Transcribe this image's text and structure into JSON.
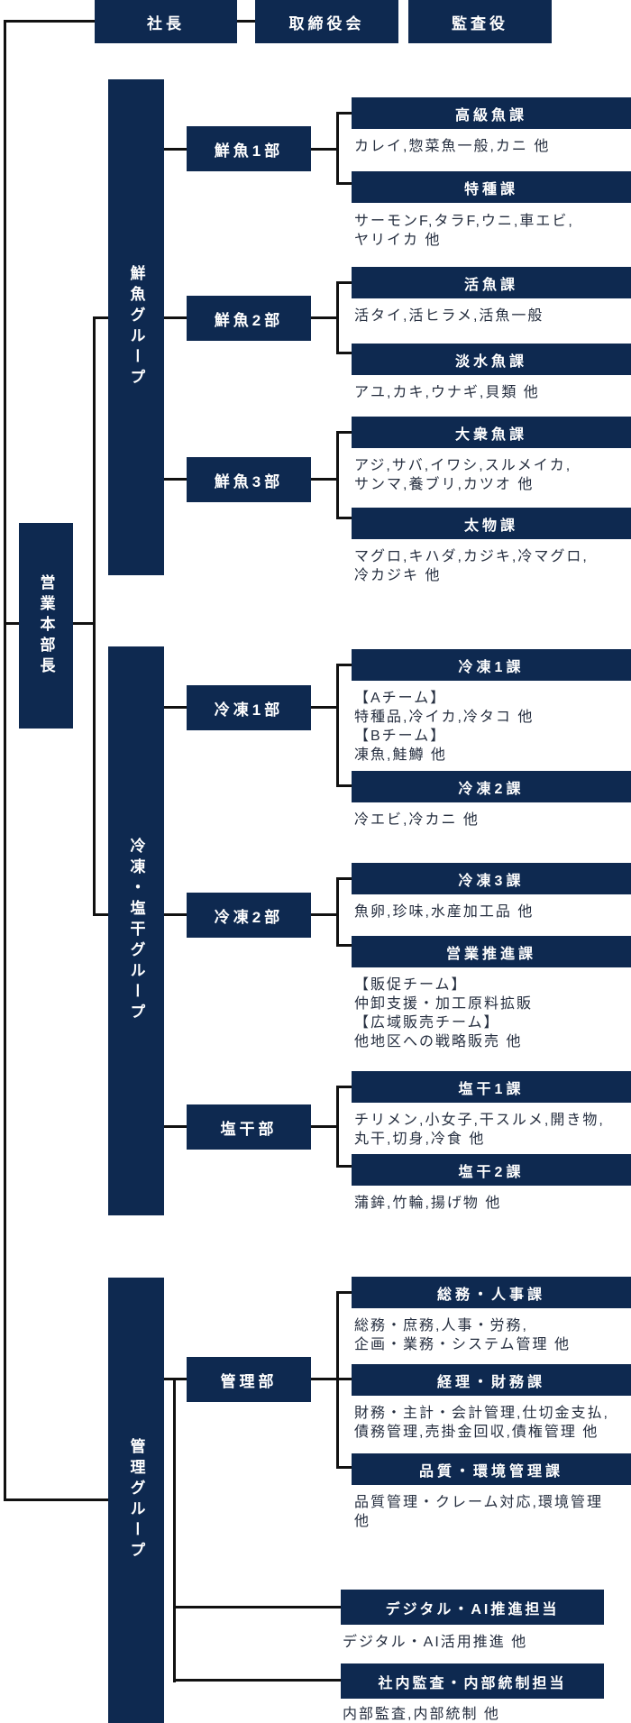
{
  "colors": {
    "navy_box": "#0e2950",
    "line": "#111111",
    "desc_text": "#252e3f",
    "background": "#ffffff",
    "box_text": "#ffffff"
  },
  "top_row": {
    "president": "社長",
    "board": "取締役会",
    "auditor": "監査役"
  },
  "sales_head": {
    "label": "営業本部長"
  },
  "groups": [
    {
      "label": "鮮魚グループ",
      "departments": [
        {
          "label": "鮮魚1部",
          "sections": [
            {
              "name": "高級魚課",
              "desc": "カレイ,惣菜魚一般,カニ 他"
            },
            {
              "name": "特種課",
              "desc": "サーモンF,タラF,ウニ,車エビ,\nヤリイカ 他"
            }
          ]
        },
        {
          "label": "鮮魚2部",
          "sections": [
            {
              "name": "活魚課",
              "desc": "活タイ,活ヒラメ,活魚一般"
            },
            {
              "name": "淡水魚課",
              "desc": "アユ,カキ,ウナギ,貝類 他"
            }
          ]
        },
        {
          "label": "鮮魚3部",
          "sections": [
            {
              "name": "大衆魚課",
              "desc": "アジ,サバ,イワシ,スルメイカ,\nサンマ,養ブリ,カツオ 他"
            },
            {
              "name": "太物課",
              "desc": "マグロ,キハダ,カジキ,冷マグロ,\n冷カジキ 他"
            }
          ]
        }
      ]
    },
    {
      "label": "冷凍・塩干グループ",
      "departments": [
        {
          "label": "冷凍1部",
          "sections": [
            {
              "name": "冷凍1課",
              "desc": "【Aチーム】\n特種品,冷イカ,冷タコ 他\n【Bチーム】\n凍魚,鮭鱒 他"
            },
            {
              "name": "冷凍2課",
              "desc": "冷エビ,冷カニ 他"
            }
          ]
        },
        {
          "label": "冷凍2部",
          "sections": [
            {
              "name": "冷凍3課",
              "desc": "魚卵,珍味,水産加工品 他"
            },
            {
              "name": "営業推進課",
              "desc": "【販促チーム】\n仲卸支援・加工原料拡販\n【広域販売チーム】\n他地区への戦略販売 他"
            }
          ]
        },
        {
          "label": "塩干部",
          "sections": [
            {
              "name": "塩干1課",
              "desc": "チリメン,小女子,干スルメ,開き物,\n丸干,切身,冷食 他"
            },
            {
              "name": "塩干2課",
              "desc": "蒲鉾,竹輪,揚げ物 他"
            }
          ]
        }
      ]
    },
    {
      "label": "管理グループ",
      "departments": [
        {
          "label": "管理部",
          "sections": [
            {
              "name": "総務・人事課",
              "desc": "総務・庶務,人事・労務,\n企画・業務・システム管理 他"
            },
            {
              "name": "経理・財務課",
              "desc": "財務・主計・会計管理,仕切金支払,\n債務管理,売掛金回収,債権管理 他"
            },
            {
              "name": "品質・環境管理課",
              "desc": "品質管理・クレーム対応,環境管理\n他"
            }
          ]
        }
      ],
      "staff_units": [
        {
          "name": "デジタル・AI推進担当",
          "desc": "デジタル・AI活用推進 他"
        },
        {
          "name": "社内監査・内部統制担当",
          "desc": "内部監査,内部統制 他"
        }
      ]
    }
  ]
}
